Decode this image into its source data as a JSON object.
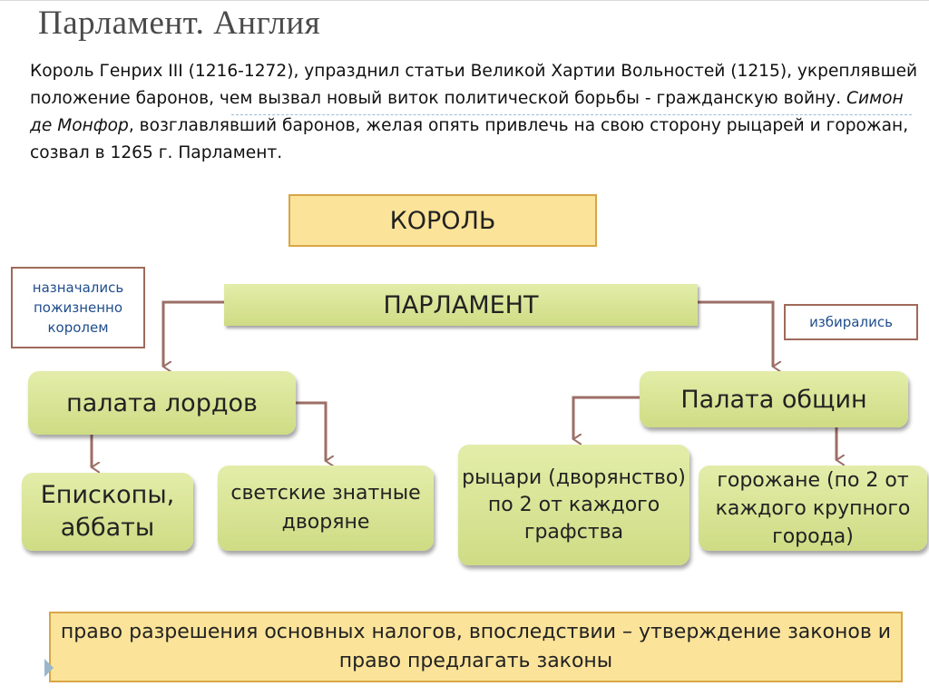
{
  "slide": {
    "title": "Парламент. Англия",
    "intro": {
      "part1": "Король Генрих III (1216-1272), упразднил статьи Великой Хартии Вольностей (1215), укреплявшей положение баронов, чем вызвал новый виток политической борьбы - гражданскую войну. ",
      "italic": "Симон де Монфор",
      "part2": ", возглавлявший баронов, желая опять привлечь на свою сторону рыцарей и горожан, созвал в 1265 г. Парламент."
    }
  },
  "diagram": {
    "king": "КОРОЛЬ",
    "parliament": "ПАРЛАМЕНТ",
    "note_appointed": "назначались пожизненно королем",
    "note_elected": "избирались",
    "house_of_lords": "палата лордов",
    "house_of_commons": "Палата общин",
    "bishops": "Епископы, аббаты",
    "secular_nobles": "светские знатные дворяне",
    "knights": "рыцари (дворянство) по 2 от каждого графства",
    "townspeople": "горожане (по 2 от каждого крупного города)",
    "rights": "право разрешения основных налогов, впоследствии – утверждение законов и право предлагать законы"
  },
  "colors": {
    "yellow_fill": "#fbe39a",
    "yellow_border": "#d8a547",
    "green_fill": "#d7e294",
    "note_border": "#a06a5a",
    "note_text": "#1f4d8c",
    "arrow": "#9c6f66"
  }
}
